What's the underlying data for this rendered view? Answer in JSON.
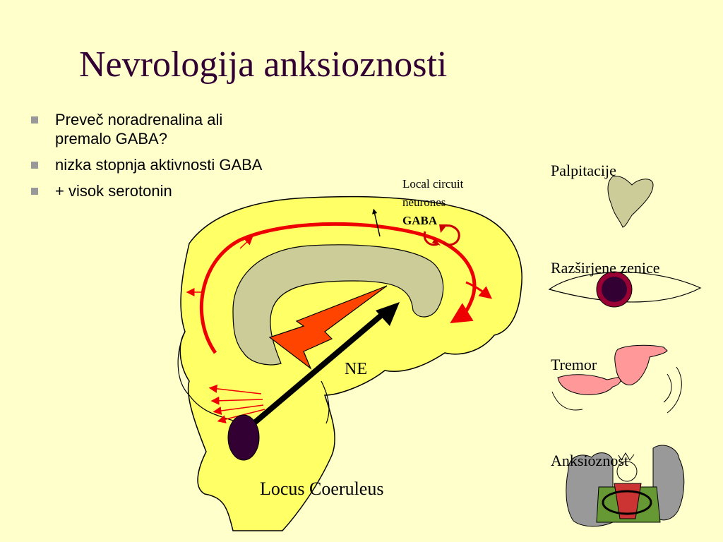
{
  "title": "Nevrologija anksioznosti",
  "bullets": [
    "Preveč noradrenalina ali premalo GABA?",
    "nizka stopnja aktivnosti GABA",
    "+ visok serotonin"
  ],
  "labels": {
    "local_circuit_1": "Local circuit",
    "local_circuit_2": "neurones",
    "gaba": "GABA",
    "ne": "NE",
    "locus": "Locus Coeruleus",
    "palpitacije": "Palpitacije",
    "zenice": "Razširjene zenice",
    "tremor": "Tremor",
    "anksioznost": "Anksioznost"
  },
  "colors": {
    "background": "#FFFFCC",
    "title": "#330033",
    "brain_fill": "#FFFF66",
    "corpus_fill": "#CCCC99",
    "pathway_red": "#EE0000",
    "lightning": "#FF4400",
    "locus_fill": "#330033",
    "heart_fill": "#CCCC99",
    "pupil": "#990033",
    "hand": "#FF9999",
    "person_green": "#669933"
  },
  "icons": [
    "heart-icon",
    "eye-icon",
    "hands-icon",
    "anxious-driver-icon",
    "lightning-icon"
  ]
}
